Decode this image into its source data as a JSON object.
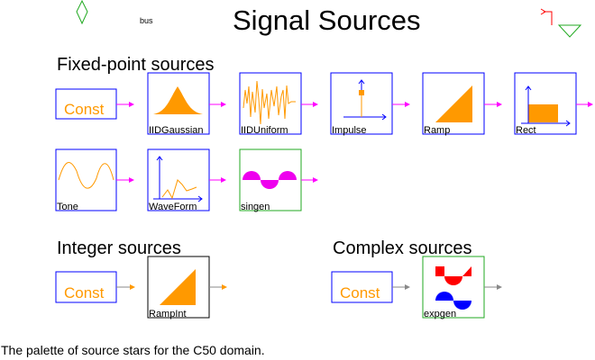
{
  "title": "Signal Sources",
  "bus_label": "bus",
  "sections": {
    "fixed": "Fixed-point sources",
    "integer": "Integer sources",
    "complex": "Complex sources"
  },
  "blocks": {
    "const_fixed": "Const",
    "iidgaussian": "IIDGaussian",
    "iiduniform": "IIDUniform",
    "impulse": "Impulse",
    "ramp": "Ramp",
    "rect": "Rect",
    "tone": "Tone",
    "waveform": "WaveForm",
    "singen": "singen",
    "const_int": "Const",
    "rampint": "RampInt",
    "const_complex": "Const",
    "expgen": "expgen"
  },
  "caption": "The palette of source stars for the C50 domain.",
  "colors": {
    "fixed_arrow": "#ff00ff",
    "int_arrow": "#ff9900",
    "complex_arrow": "#808080",
    "icon": "#ff9900",
    "box": "#0000ff",
    "green": "#22aa22"
  }
}
